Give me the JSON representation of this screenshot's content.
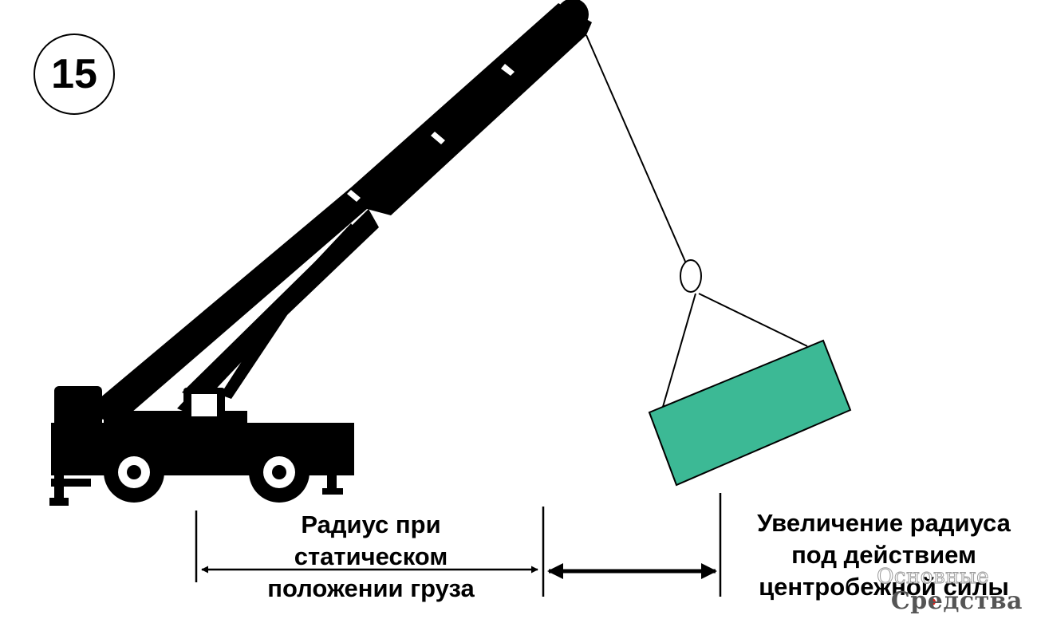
{
  "figure_number": "15",
  "captions": {
    "static_radius": [
      "Радиус при",
      "статическом",
      "положении груза"
    ],
    "radius_increase": [
      "Увеличение радиуса",
      "под действием",
      "центробежной силы"
    ]
  },
  "watermark": {
    "line1": "Основные",
    "line2": "Средства"
  },
  "colors": {
    "load": "#3cb995",
    "ink": "#000000",
    "watermark_dot": "#e2231a"
  }
}
